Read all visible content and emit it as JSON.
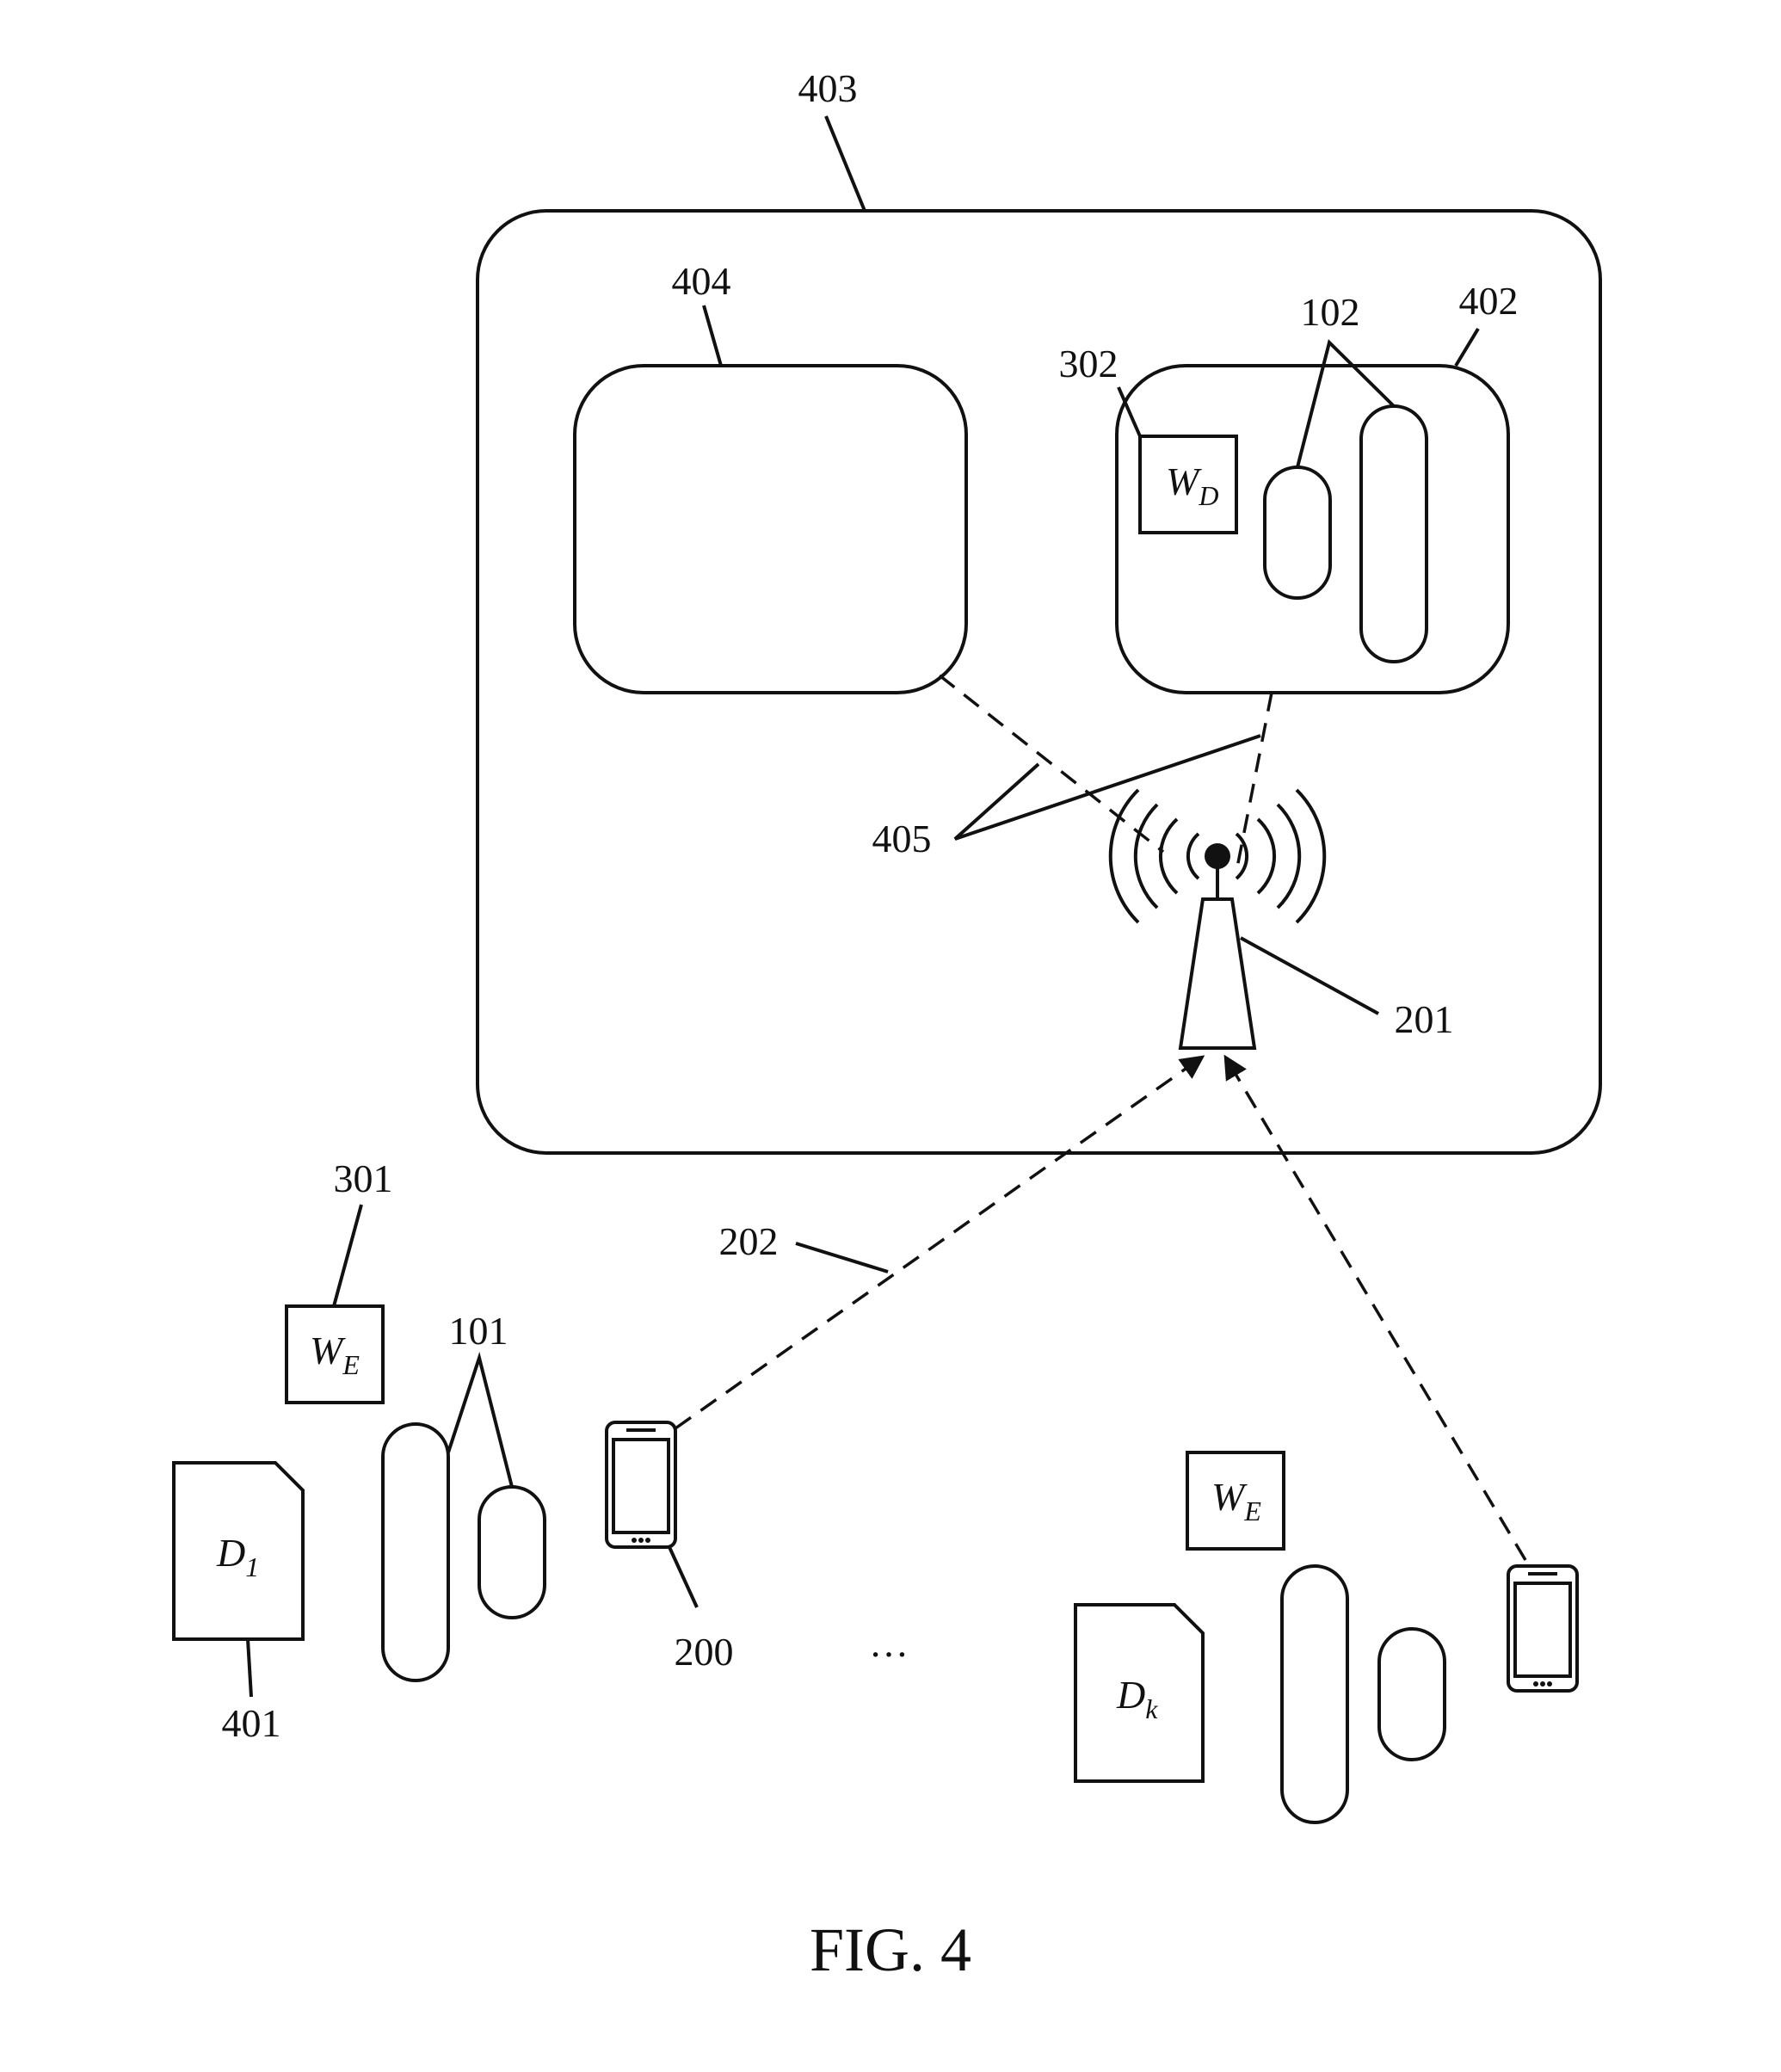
{
  "figure": {
    "caption": "FIG. 4",
    "ellipsis": "…"
  },
  "labels": {
    "r403": "403",
    "r404": "404",
    "r402": "402",
    "r102": "102",
    "r302": "302",
    "r405": "405",
    "r201": "201",
    "r202": "202",
    "r301": "301",
    "r101": "101",
    "r200": "200",
    "r401": "401"
  },
  "symbols": {
    "wd": {
      "base": "W",
      "sub": "D"
    },
    "we_left": {
      "base": "W",
      "sub": "E"
    },
    "we_right": {
      "base": "W",
      "sub": "E"
    },
    "d1": {
      "base": "D",
      "sub": "1"
    },
    "dk": {
      "base": "D",
      "sub": "k"
    }
  },
  "icons": {
    "base_station": "antenna-tower-icon",
    "device": "smartphone-icon",
    "document": "document-icon",
    "pill": "pill-shape-icon"
  },
  "colors": {
    "ink": "#111111",
    "paper": "#ffffff"
  }
}
